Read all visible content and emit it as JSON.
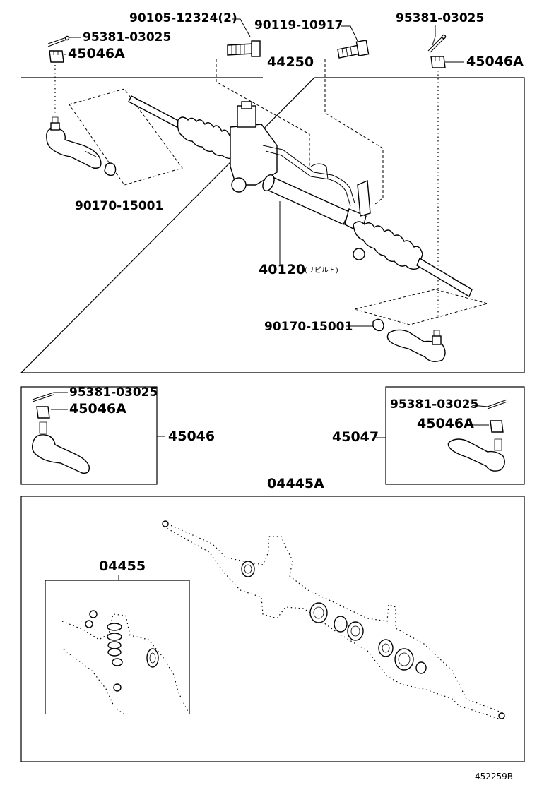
{
  "labels": {
    "bolt_top": "90105-12324(2)",
    "bolt_top2": "90119-10917",
    "pin_top_left": "95381-03025",
    "pin_top_right": "95381-03025",
    "nut_top_left": "45046A",
    "nut_top_right": "45046A",
    "assembly": "44250",
    "nut_left": "90170-15001",
    "gear_rebuilt": "40120",
    "gear_rebuilt_note": "(リビルト)",
    "nut_right": "90170-15001",
    "pin_box_left": "95381-03025",
    "nut_box_left": "45046A",
    "end_left": "45046",
    "pin_box_right": "95381-03025",
    "nut_box_right": "45046A",
    "end_right": "45047",
    "kit": "04445A",
    "kit_sub": "04455",
    "figure_ref": "452259B"
  }
}
